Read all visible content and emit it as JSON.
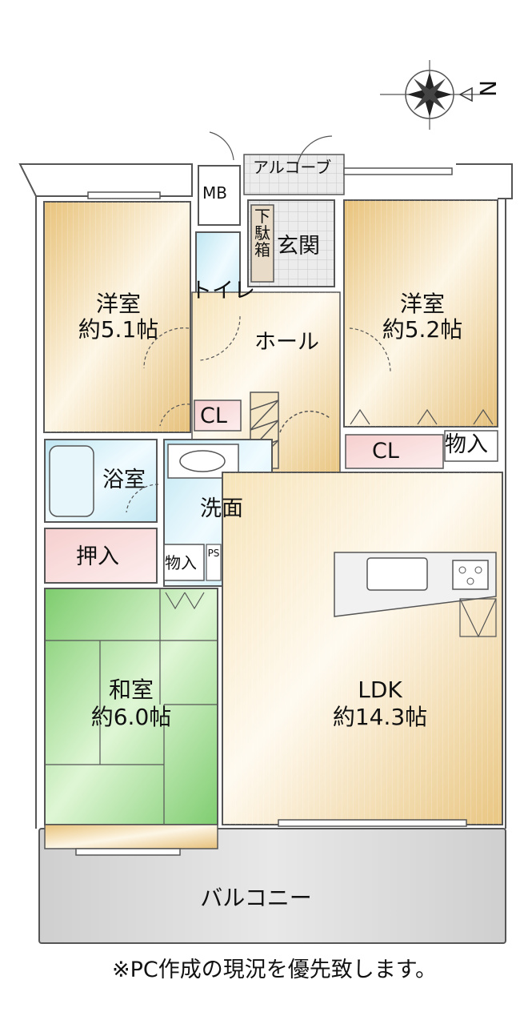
{
  "compass": {
    "north_label": "N",
    "icon": "compass-rose-icon"
  },
  "rooms": {
    "alcove": "アルコーブ",
    "mb": "MB",
    "shoe_box_vertical": "下駄箱",
    "genkan": "玄関",
    "toilet": "トイレ",
    "hall": "ホール",
    "western_left": {
      "name": "洋室",
      "size": "約5.1帖"
    },
    "western_right": {
      "name": "洋室",
      "size": "約5.2帖"
    },
    "cl_left": "CL",
    "cl_right": "CL",
    "storage_right": "物入",
    "bath": "浴室",
    "washroom": "洗面",
    "oshiire": "押入",
    "storage_small": "物入",
    "ps_vertical": "PS",
    "japanese": {
      "name": "和室",
      "size": "約6.0帖"
    },
    "ldk": {
      "name": "LDK",
      "size": "約14.3帖"
    },
    "balcony": "バルコニー"
  },
  "footer_note": "※PC作成の現況を優先致します。",
  "colors": {
    "wood": "#eacd8e",
    "wood_light": "#fbf3df",
    "tatami": "#8fd67e",
    "tatami_light": "#d8f3cd",
    "wet_area": "#cdecf5",
    "storage_pink": "#f8dada",
    "balcony_gray": "#d6d6d6",
    "wall": "#555555"
  }
}
